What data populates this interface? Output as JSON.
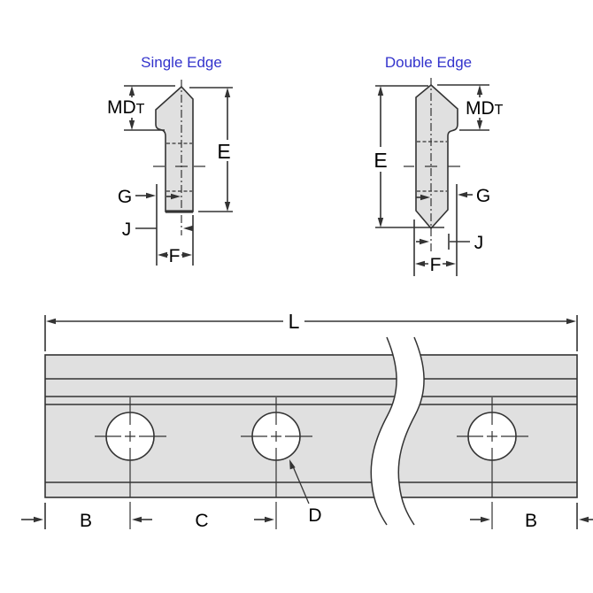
{
  "single_edge": {
    "title": "Single Edge",
    "dims": {
      "mdt_main": "MD",
      "mdt_sub": "T",
      "height": "E",
      "g": "G",
      "j": "J",
      "width": "F"
    }
  },
  "double_edge": {
    "title": "Double Edge",
    "dims": {
      "mdt_main": "MD",
      "mdt_sub": "T",
      "height": "E",
      "g": "G",
      "j": "J",
      "width": "F"
    }
  },
  "side_view": {
    "dims": {
      "length": "L",
      "edge_offset_left": "B",
      "hole_spacing": "C",
      "hole_diameter": "D",
      "edge_offset_right": "B"
    }
  },
  "colors": {
    "profile_fill": "#e0e0e0",
    "line": "#333333",
    "label_text": "#000000",
    "title_text": "#3333cc",
    "background": "#ffffff"
  }
}
